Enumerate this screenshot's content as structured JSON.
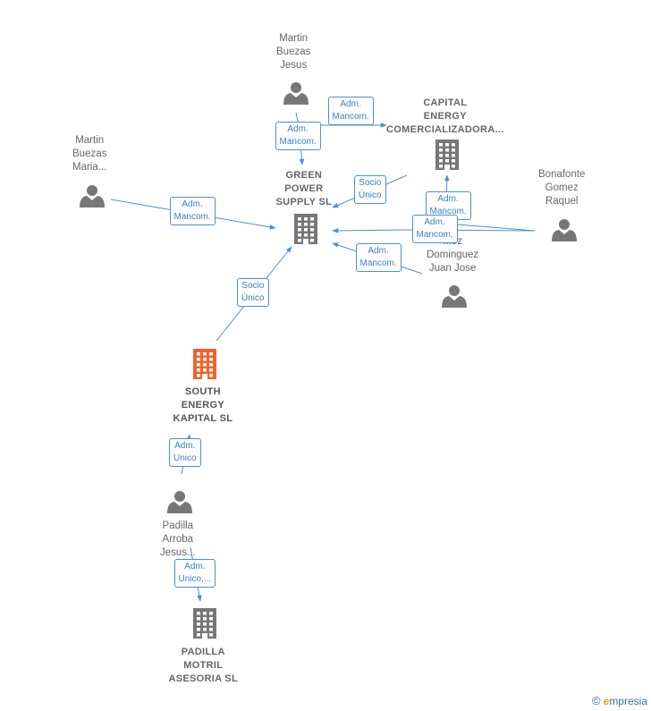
{
  "colors": {
    "edge": "#4a8fd9",
    "node": "#777777",
    "focus_company": "#f2622a",
    "edge_text": "#3a7fc9"
  },
  "nodes": {
    "martin_buezas_jesus": {
      "type": "person",
      "lines": [
        "Martin",
        "Buezas",
        "Jesus"
      ]
    },
    "martin_buezas_maria": {
      "type": "person",
      "lines": [
        "Martin",
        "Buezas",
        "Maria..."
      ]
    },
    "capital_energy": {
      "type": "company",
      "lines": [
        "CAPITAL",
        "ENERGY",
        "COMERCIALIZADORA..."
      ]
    },
    "green_power": {
      "type": "company",
      "lines": [
        "GREEN",
        "POWER",
        "SUPPLY  SL"
      ]
    },
    "bonafonte": {
      "type": "person",
      "lines": [
        "Bonafonte",
        "Gomez",
        "Raquel"
      ]
    },
    "dominguez": {
      "type": "person",
      "lines": [
        "...ez",
        "Dominguez",
        "Juan Jose"
      ]
    },
    "south_energy": {
      "type": "company-focus",
      "lines": [
        "SOUTH",
        "ENERGY",
        "KAPITAL  SL"
      ]
    },
    "padilla_arroba": {
      "type": "person",
      "lines": [
        "Padilla",
        "Arroba",
        "Jesus..."
      ]
    },
    "padilla_motril": {
      "type": "company",
      "lines": [
        "PADILLA",
        "MOTRIL",
        "ASESORIA  SL"
      ]
    }
  },
  "edges": [
    {
      "from": "martin_buezas_jesus",
      "to": "capital_energy",
      "label": [
        "Adm.",
        "Mancom."
      ]
    },
    {
      "from": "martin_buezas_jesus",
      "to": "green_power",
      "label": [
        "Adm.",
        "Mancom."
      ]
    },
    {
      "from": "martin_buezas_maria",
      "to": "green_power",
      "label": [
        "Adm.",
        "Mancom."
      ]
    },
    {
      "from": "capital_energy",
      "to": "green_power",
      "label": [
        "Socio",
        "Único"
      ]
    },
    {
      "from": "bonafonte",
      "to": "capital_energy",
      "label": [
        "Adm.",
        "Mancom."
      ]
    },
    {
      "from": "bonafonte",
      "to": "green_power",
      "label": [
        "Adm.",
        "Mancom."
      ]
    },
    {
      "from": "dominguez",
      "to": "green_power",
      "label": [
        "Adm.",
        "Mancom."
      ]
    },
    {
      "from": "south_energy",
      "to": "green_power",
      "label": [
        "Socio",
        "Único"
      ]
    },
    {
      "from": "padilla_arroba",
      "to": "south_energy",
      "label": [
        "Adm.",
        "Unico"
      ]
    },
    {
      "from": "padilla_arroba",
      "to": "padilla_motril",
      "label": [
        "Adm.",
        "Unico,..."
      ]
    }
  ],
  "logo": {
    "copyright": "©",
    "brand_initial": "e",
    "brand_rest": "mpresia"
  }
}
